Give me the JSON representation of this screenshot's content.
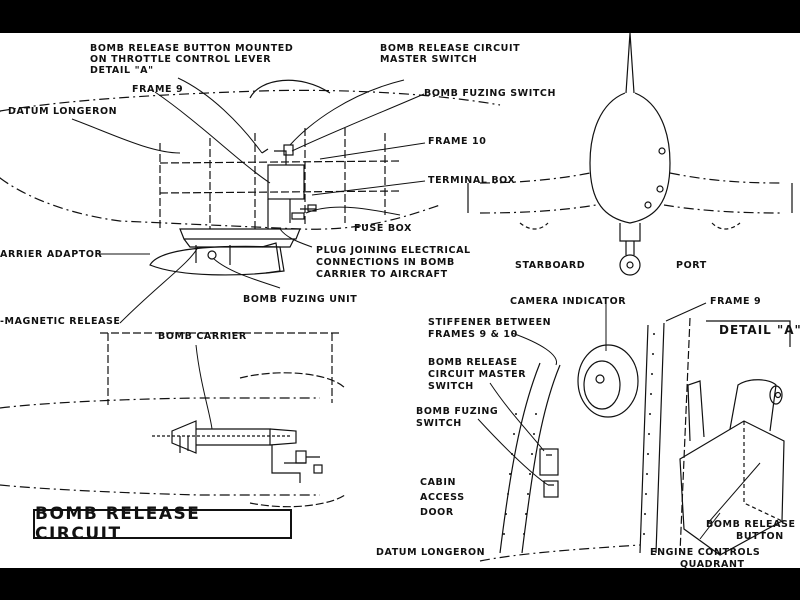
{
  "title": "BOMB RELEASE CIRCUIT",
  "colors": {
    "frame": "#000000",
    "paper": "#ffffff",
    "ink": "#111111"
  },
  "labels": {
    "bomb_release_button_mounted": "BOMB RELEASE BUTTON MOUNTED",
    "on_throttle_control_lever": "ON THROTTLE CONTROL LEVER",
    "detail_a_ref": "DETAIL \"A\"",
    "frame_9_top": "FRAME 9",
    "datum_longeron_top": "DATUM LONGERON",
    "bomb_release_circuit_master_switch_top_1": "BOMB RELEASE CIRCUIT",
    "bomb_release_circuit_master_switch_top_2": "MASTER SWITCH",
    "bomb_fuzing_switch_top": "BOMB FUZING SWITCH",
    "frame_10": "FRAME 10",
    "terminal_box": "TERMINAL BOX",
    "fuse_box": "FUSE BOX",
    "carrier_adaptor": "ARRIER ADAPTOR",
    "plug_1": "PLUG JOINING ELECTRICAL",
    "plug_2": "CONNECTIONS IN BOMB",
    "plug_3": "CARRIER TO AIRCRAFT",
    "bomb_fuzing_unit": "BOMB FUZING UNIT",
    "magnetic_release": "-MAGNETIC RELEASE",
    "bomb_carrier": "BOMB CARRIER",
    "starboard": "STARBOARD",
    "port": "PORT",
    "camera_indicator": "CAMERA INDICATOR",
    "frame_9_detail": "FRAME 9",
    "detail_a_title": "DETAIL \"A\"",
    "stiffener_1": "STIFFENER BETWEEN",
    "stiffener_2": "FRAMES 9 & 10",
    "brc_master_1": "BOMB RELEASE",
    "brc_master_2": "CIRCUIT MASTER",
    "brc_master_3": "SWITCH",
    "bomb_fuzing_switch_detail_1": "BOMB FUZING",
    "bomb_fuzing_switch_detail_2": "SWITCH",
    "cabin_1": "CABIN",
    "cabin_2": "ACCESS",
    "cabin_3": "DOOR",
    "datum_longeron_bottom": "DATUM LONGERON",
    "bomb_release_button_1": "BOMB RELEASE",
    "bomb_release_button_2": "BUTTON",
    "engine_controls_1": "ENGINE CONTROLS",
    "engine_controls_2": "QUADRANT"
  }
}
